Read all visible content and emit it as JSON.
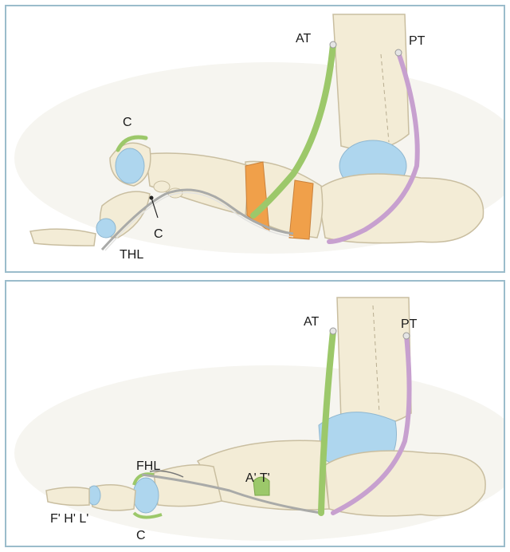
{
  "figure": {
    "top_panel": {
      "labels": {
        "at": "AT",
        "pt": "PT",
        "c_top": "C",
        "c_bottom": "C",
        "thl": "THL"
      }
    },
    "bottom_panel": {
      "labels": {
        "at": "AT",
        "pt": "PT",
        "fhl": "FHL",
        "at_prime": "A' T'",
        "fhl_prime": "F' H' L'",
        "c": "C"
      }
    }
  },
  "colors": {
    "border": "#9bbccb",
    "bone": "#f3ecd6",
    "bone_outline": "#c9bea0",
    "cartilage_blue": "#aed6ee",
    "tendon_green": "#9cc86a",
    "tendon_purple": "#c7a0cf",
    "wedge_orange": "#f0a04a"
  }
}
